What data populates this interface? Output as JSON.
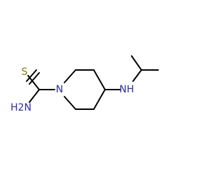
{
  "atoms": {
    "sulfur": {
      "symbol": "S",
      "color": "#8a7a00"
    },
    "amide_nitrogen": {
      "symbol": "H2N",
      "color": "#2a2ad8"
    },
    "ring_nitrogen": {
      "symbol": "N",
      "color": "#2a2ad8"
    },
    "amine_nitrogen": {
      "symbol": "NH",
      "color": "#2a2ad8"
    }
  },
  "bond_color": "#000000"
}
